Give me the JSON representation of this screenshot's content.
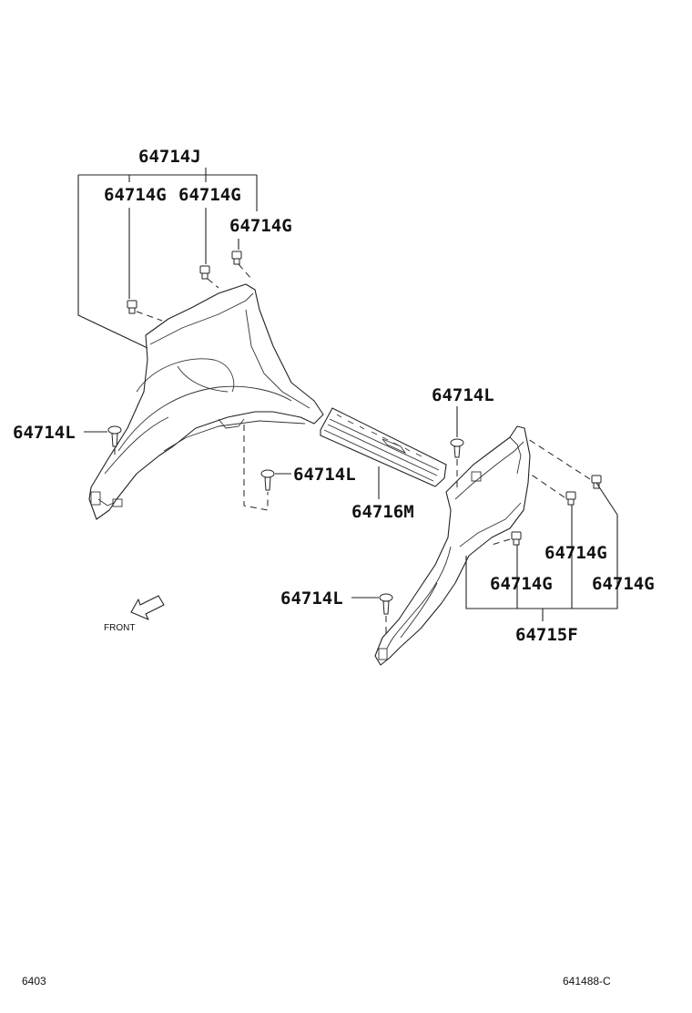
{
  "labels": {
    "l_64714J": "64714J",
    "l_64714G_a": "64714G",
    "l_64714G_b": "64714G",
    "l_64714G_c": "64714G",
    "l_64714L_a": "64714L",
    "l_64714L_b": "64714L",
    "l_64714L_c": "64714L",
    "l_64714L_d": "64714L",
    "l_64716M": "64716M",
    "l_64714G_d": "64714G",
    "l_64714G_e": "64714G",
    "l_64714G_f": "64714G",
    "l_64715F": "64715F"
  },
  "front": "FRONT",
  "footer": {
    "left_code": "6403",
    "right_code": "641488-C"
  }
}
